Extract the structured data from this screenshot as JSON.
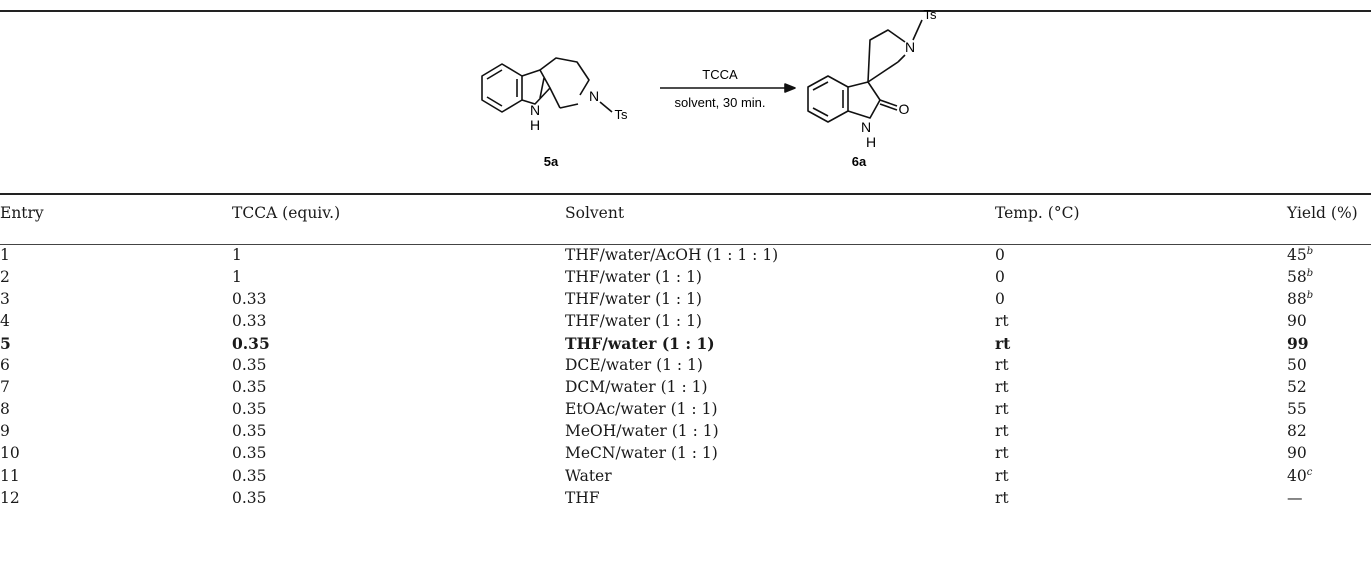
{
  "scheme": {
    "reagent": "TCCA",
    "conditions": "solvent, 30 min.",
    "reactant_label": "5a",
    "product_label": "6a",
    "ts_left": "Ts",
    "ts_right": "Ts",
    "n_left": "N",
    "nh_left": "N",
    "h_left": "H",
    "n_right": "N",
    "nh_right": "N",
    "h_right": "H",
    "o_right": "O"
  },
  "table": {
    "headers": [
      "Entry",
      "TCCA (equiv.)",
      "Solvent",
      "Temp. (°C)",
      "Yield (%)"
    ],
    "rows": [
      {
        "entry": "1",
        "tcca": "1",
        "solvent": "THF/water/AcOH (1 : 1 : 1)",
        "temp": "0",
        "yield": "45",
        "note": "b"
      },
      {
        "entry": "2",
        "tcca": "1",
        "solvent": "THF/water (1 : 1)",
        "temp": "0",
        "yield": "58",
        "note": "b"
      },
      {
        "entry": "3",
        "tcca": "0.33",
        "solvent": "THF/water (1 : 1)",
        "temp": "0",
        "yield": "88",
        "note": "b"
      },
      {
        "entry": "4",
        "tcca": "0.33",
        "solvent": "THF/water (1 : 1)",
        "temp": "rt",
        "yield": "90",
        "note": ""
      },
      {
        "entry": "5",
        "tcca": "0.35",
        "solvent": "THF/water (1 : 1)",
        "temp": "rt",
        "yield": "99",
        "note": "",
        "bold": true
      },
      {
        "entry": "6",
        "tcca": "0.35",
        "solvent": "DCE/water (1 : 1)",
        "temp": "rt",
        "yield": "50",
        "note": ""
      },
      {
        "entry": "7",
        "tcca": "0.35",
        "solvent": "DCM/water (1 : 1)",
        "temp": "rt",
        "yield": "52",
        "note": ""
      },
      {
        "entry": "8",
        "tcca": "0.35",
        "solvent": "EtOAc/water (1 : 1)",
        "temp": "rt",
        "yield": "55",
        "note": ""
      },
      {
        "entry": "9",
        "tcca": "0.35",
        "solvent": "MeOH/water (1 : 1)",
        "temp": "rt",
        "yield": "82",
        "note": ""
      },
      {
        "entry": "10",
        "tcca": "0.35",
        "solvent": "MeCN/water (1 : 1)",
        "temp": "rt",
        "yield": "90",
        "note": ""
      },
      {
        "entry": "11",
        "tcca": "0.35",
        "solvent": "Water",
        "temp": "rt",
        "yield": "40",
        "note": "c"
      },
      {
        "entry": "12",
        "tcca": "0.35",
        "solvent": "THF",
        "temp": "rt",
        "yield": "—",
        "note": ""
      }
    ]
  }
}
